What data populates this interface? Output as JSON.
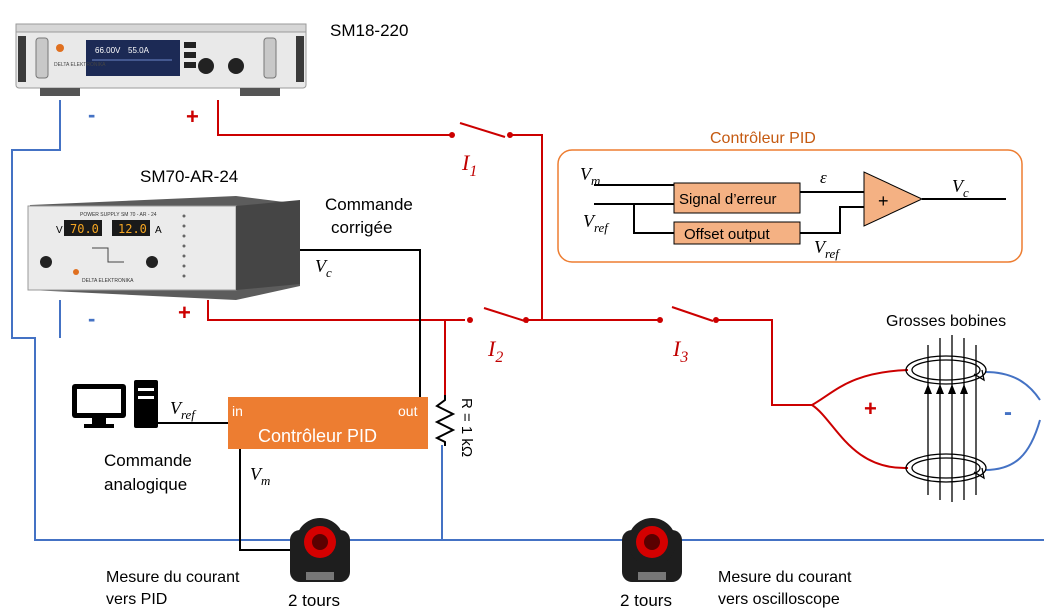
{
  "devices": {
    "sm18_name": "SM18-220",
    "sm70_name": "SM70-AR-24",
    "sm18_display_v": "66.00V",
    "sm18_display_a": "55.0A",
    "sm18_brand": "DELTA ELEKTRONIKA",
    "sm70_display_v": "70.0",
    "sm70_display_a": "12.0",
    "sm70_header": "POWER SUPPLY  SM 70 - AR - 24",
    "sm70_brand": "DELTA ELEKTRONIKA",
    "sm70_unit_v": "V",
    "sm70_unit_a": "A"
  },
  "terminals": {
    "minus": "-",
    "plus": "+"
  },
  "switches": {
    "i1": {
      "sym": "I",
      "sub": "1"
    },
    "i2": {
      "sym": "I",
      "sub": "2"
    },
    "i3": {
      "sym": "I",
      "sub": "3"
    }
  },
  "signals": {
    "vc": {
      "sym": "V",
      "sub": "c"
    },
    "vref": {
      "sym": "V",
      "sub": "ref"
    },
    "vm": {
      "sym": "V",
      "sub": "m"
    },
    "epsilon": "ε"
  },
  "labels": {
    "commande_corrigee_1": "Commande",
    "commande_corrigee_2": "corrigée",
    "commande_analogique_1": "Commande",
    "commande_analogique_2": "analogique",
    "mesure_pid_1": "Mesure du courant",
    "mesure_pid_2": "vers PID",
    "mesure_osc_1": "Mesure du courant",
    "mesure_osc_2": "vers oscilloscope",
    "tours_1": "2 tours",
    "tours_2": "2 tours",
    "resistor": "R = 1 kΩ",
    "grosses_bobines": "Grosses bobines"
  },
  "pid_block": {
    "title": "Contrôleur PID",
    "in": "in",
    "out": "out"
  },
  "pid_detail": {
    "title": "Contrôleur PID",
    "signal_erreur": "Signal d’erreur",
    "offset_output": "Offset output",
    "sum": "+"
  },
  "colors": {
    "red": "#cc0000",
    "blue": "#4472c4",
    "orange": "#ed7d31",
    "accent_text": "#c55a11"
  }
}
